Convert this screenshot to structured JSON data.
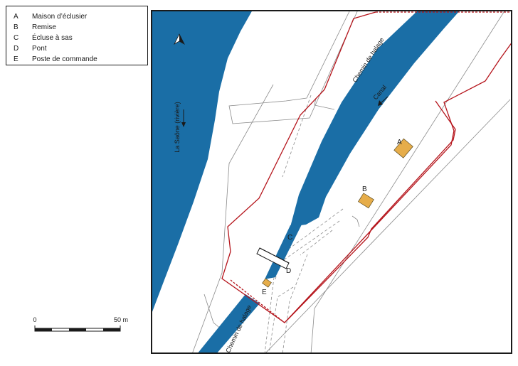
{
  "legend": {
    "items": [
      {
        "key": "A",
        "label": "Maison d’éclusier"
      },
      {
        "key": "B",
        "label": "Remise"
      },
      {
        "key": "C",
        "label": "Écluse à sas"
      },
      {
        "key": "D",
        "label": "Pont"
      },
      {
        "key": "E",
        "label": "Poste de commande"
      }
    ]
  },
  "scale": {
    "start_label": "0",
    "end_label": "50 m"
  },
  "map": {
    "river_label": "La Saône (rivière)",
    "canal_label": "Canal",
    "towpath_top_label": "Chemin de halage",
    "towpath_bottom_label": "Chemin de halage",
    "markers": {
      "A": "A",
      "B": "B",
      "C": "C",
      "D": "D",
      "E": "E"
    }
  },
  "colors": {
    "water": "#1a6ea6",
    "boundary": "#b5141b",
    "building": "#e6ad4a",
    "outline": "#8a8a8a"
  },
  "icons": {
    "north": "north-arrow-icon"
  }
}
